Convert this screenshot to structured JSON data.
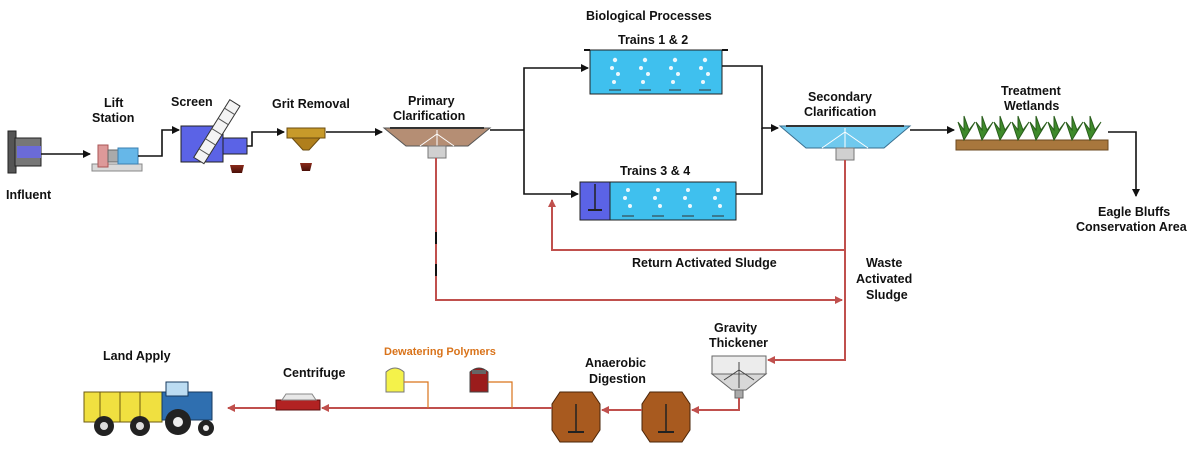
{
  "diagram": {
    "colors": {
      "water_line": "#111111",
      "sludge_line": "#c0504d",
      "tank_water": "#3fc0ee",
      "clarifier_primary": "#b58e74",
      "clarifier_secondary": "#6fc9ee",
      "digester": "#a85a1f",
      "polymer_tank_yellow": "#f4f24a",
      "polymer_tank_red": "#9b1c1c",
      "wetland_soil": "#a8773d",
      "wetland_plants": "#3e8a2a",
      "dewatering_label": "#d9731a"
    },
    "labels": {
      "influent": "Influent",
      "lift_station_1": "Lift",
      "lift_station_2": "Station",
      "screen": "Screen",
      "grit_removal": "Grit Removal",
      "primary_1": "Primary",
      "primary_2": "Clarification",
      "biological_processes": "Biological Processes",
      "trains_1_2": "Trains 1 & 2",
      "trains_3_4": "Trains 3 & 4",
      "secondary_1": "Secondary",
      "secondary_2": "Clarification",
      "treatment_1": "Treatment",
      "treatment_2": "Wetlands",
      "eagle_1": "Eagle Bluffs",
      "eagle_2": "Conservation Area",
      "return_sludge": "Return Activated Sludge",
      "waste_1": "Waste",
      "waste_2": "Activated",
      "waste_3": "Sludge",
      "gravity_1": "Gravity",
      "gravity_2": "Thickener",
      "anaerobic_1": "Anaerobic",
      "anaerobic_2": "Digestion",
      "dewatering_polymers": "Dewatering Polymers",
      "centrifuge": "Centrifuge",
      "land_apply": "Land Apply"
    }
  }
}
